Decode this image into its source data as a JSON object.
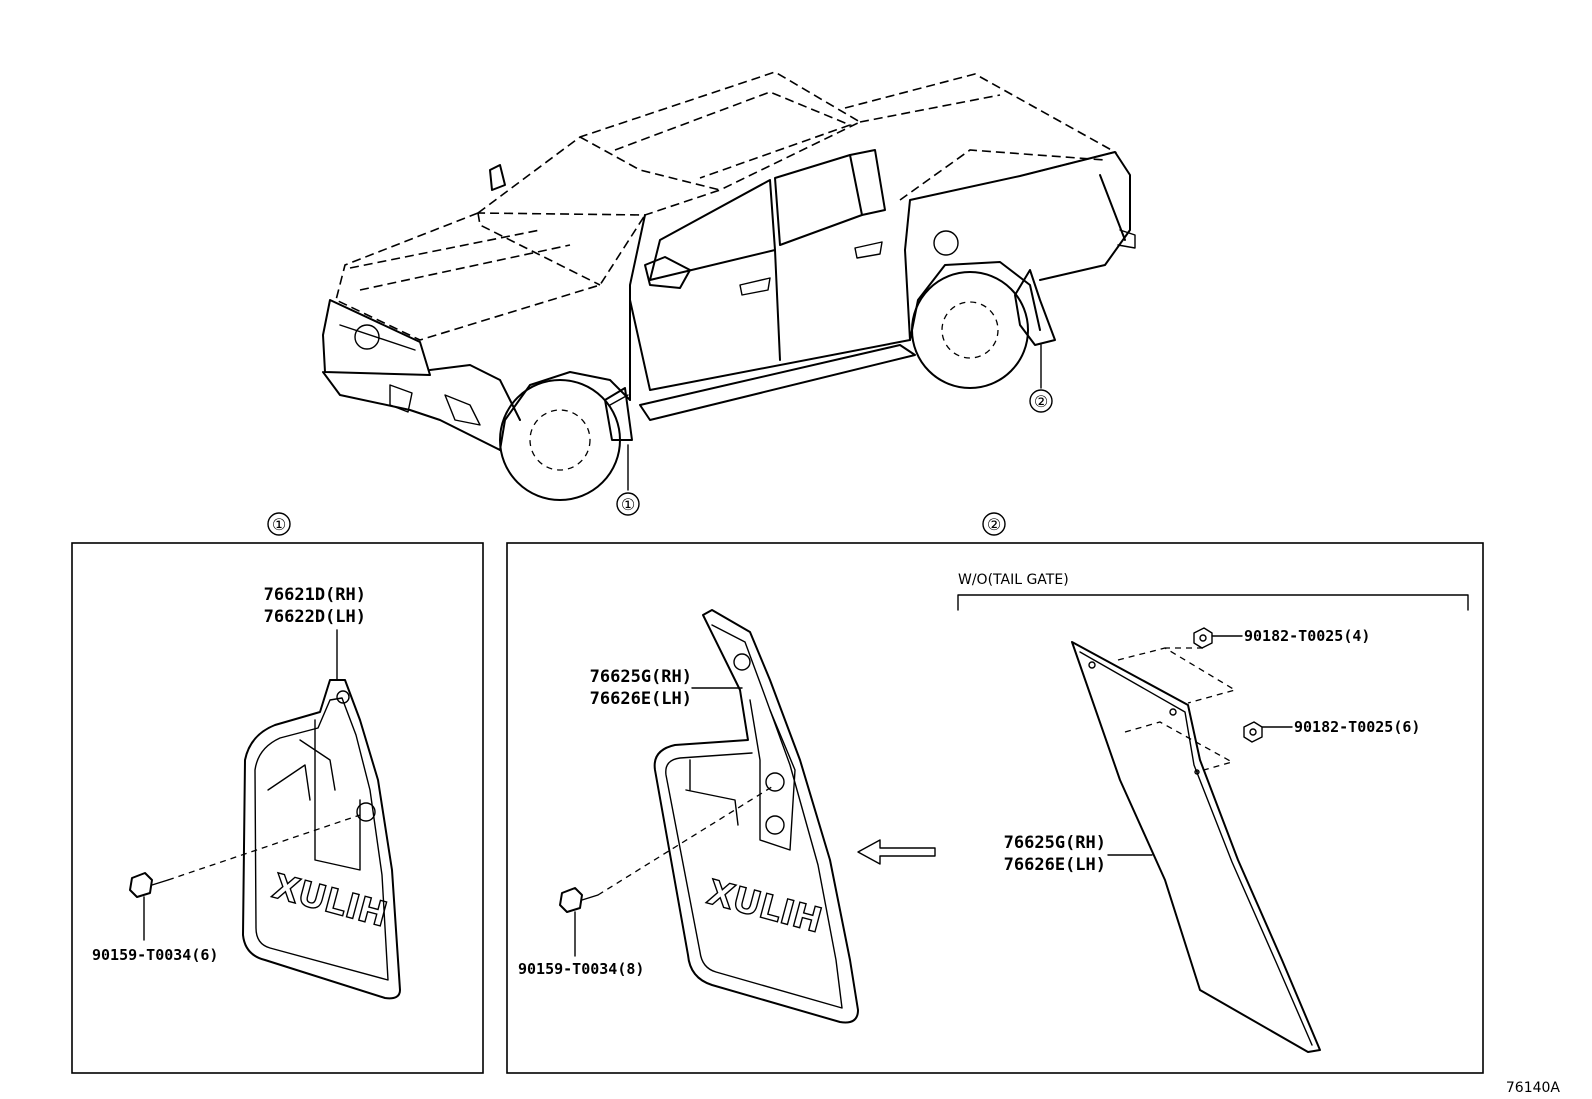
{
  "callouts": {
    "front": "①",
    "rear": "②"
  },
  "panel1": {
    "title": "①",
    "mudguard_rh": "76621D(RH)",
    "mudguard_lh": "76622D(LH)",
    "screw": "90159-T0034(6)"
  },
  "panel2": {
    "title": "②",
    "mudguard_rh": "76625G(RH)",
    "mudguard_lh": "76626E(LH)",
    "screw": "90159-T0034(8)",
    "variant_label": "W/O(TAIL GATE)",
    "flap_rh": "76625G(RH)",
    "flap_lh": "76626E(LH)",
    "nut_a": "90182-T0025(4)",
    "nut_b": "90182-T0025(6)"
  },
  "figure_code": "76140A"
}
